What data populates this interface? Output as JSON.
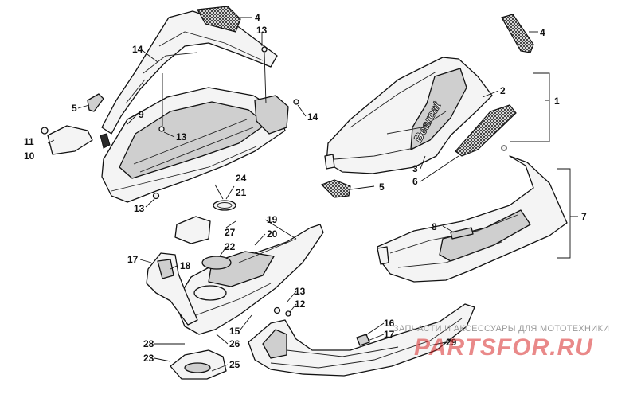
{
  "callouts": {
    "c1": "1",
    "c2": "2",
    "c3": "3",
    "c4a": "4",
    "c4b": "4",
    "c5a": "5",
    "c5b": "5",
    "c6": "6",
    "c7": "7",
    "c8": "8",
    "c9": "9",
    "c10": "10",
    "c11": "11",
    "c12": "12",
    "c13a": "13",
    "c13b": "13",
    "c13c": "13",
    "c13d": "13",
    "c14a": "14",
    "c14b": "14",
    "c15": "15",
    "c16": "16",
    "c17a": "17",
    "c17b": "17",
    "c18": "18",
    "c19": "19",
    "c20": "20",
    "c21": "21",
    "c22": "22",
    "c23": "23",
    "c24": "24",
    "c25": "25",
    "c26": "26",
    "c27": "27",
    "c28": "28",
    "c29": "29"
  },
  "brand_text": "Bearcat",
  "watermark": {
    "subtitle": "ЗАПЧАСТИ И АКСЕССУАРЫ ДЛЯ МОТОТЕХНИКИ",
    "logo": "PARTSFOR.RU"
  }
}
